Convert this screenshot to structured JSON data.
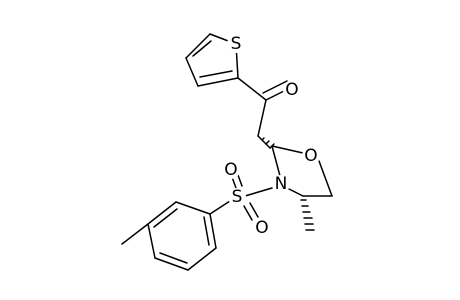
{
  "molecule": {
    "atoms": {
      "sulfur_thiophene": "S",
      "oxygen_carbonyl": "O",
      "oxygen_ring": "O",
      "nitrogen_ring": "N",
      "sulfur_sulfonyl": "S",
      "oxygen_sulfonyl_top": "O",
      "oxygen_sulfonyl_bottom": "O"
    },
    "line_color": "#000000",
    "background_color": "#ffffff"
  }
}
